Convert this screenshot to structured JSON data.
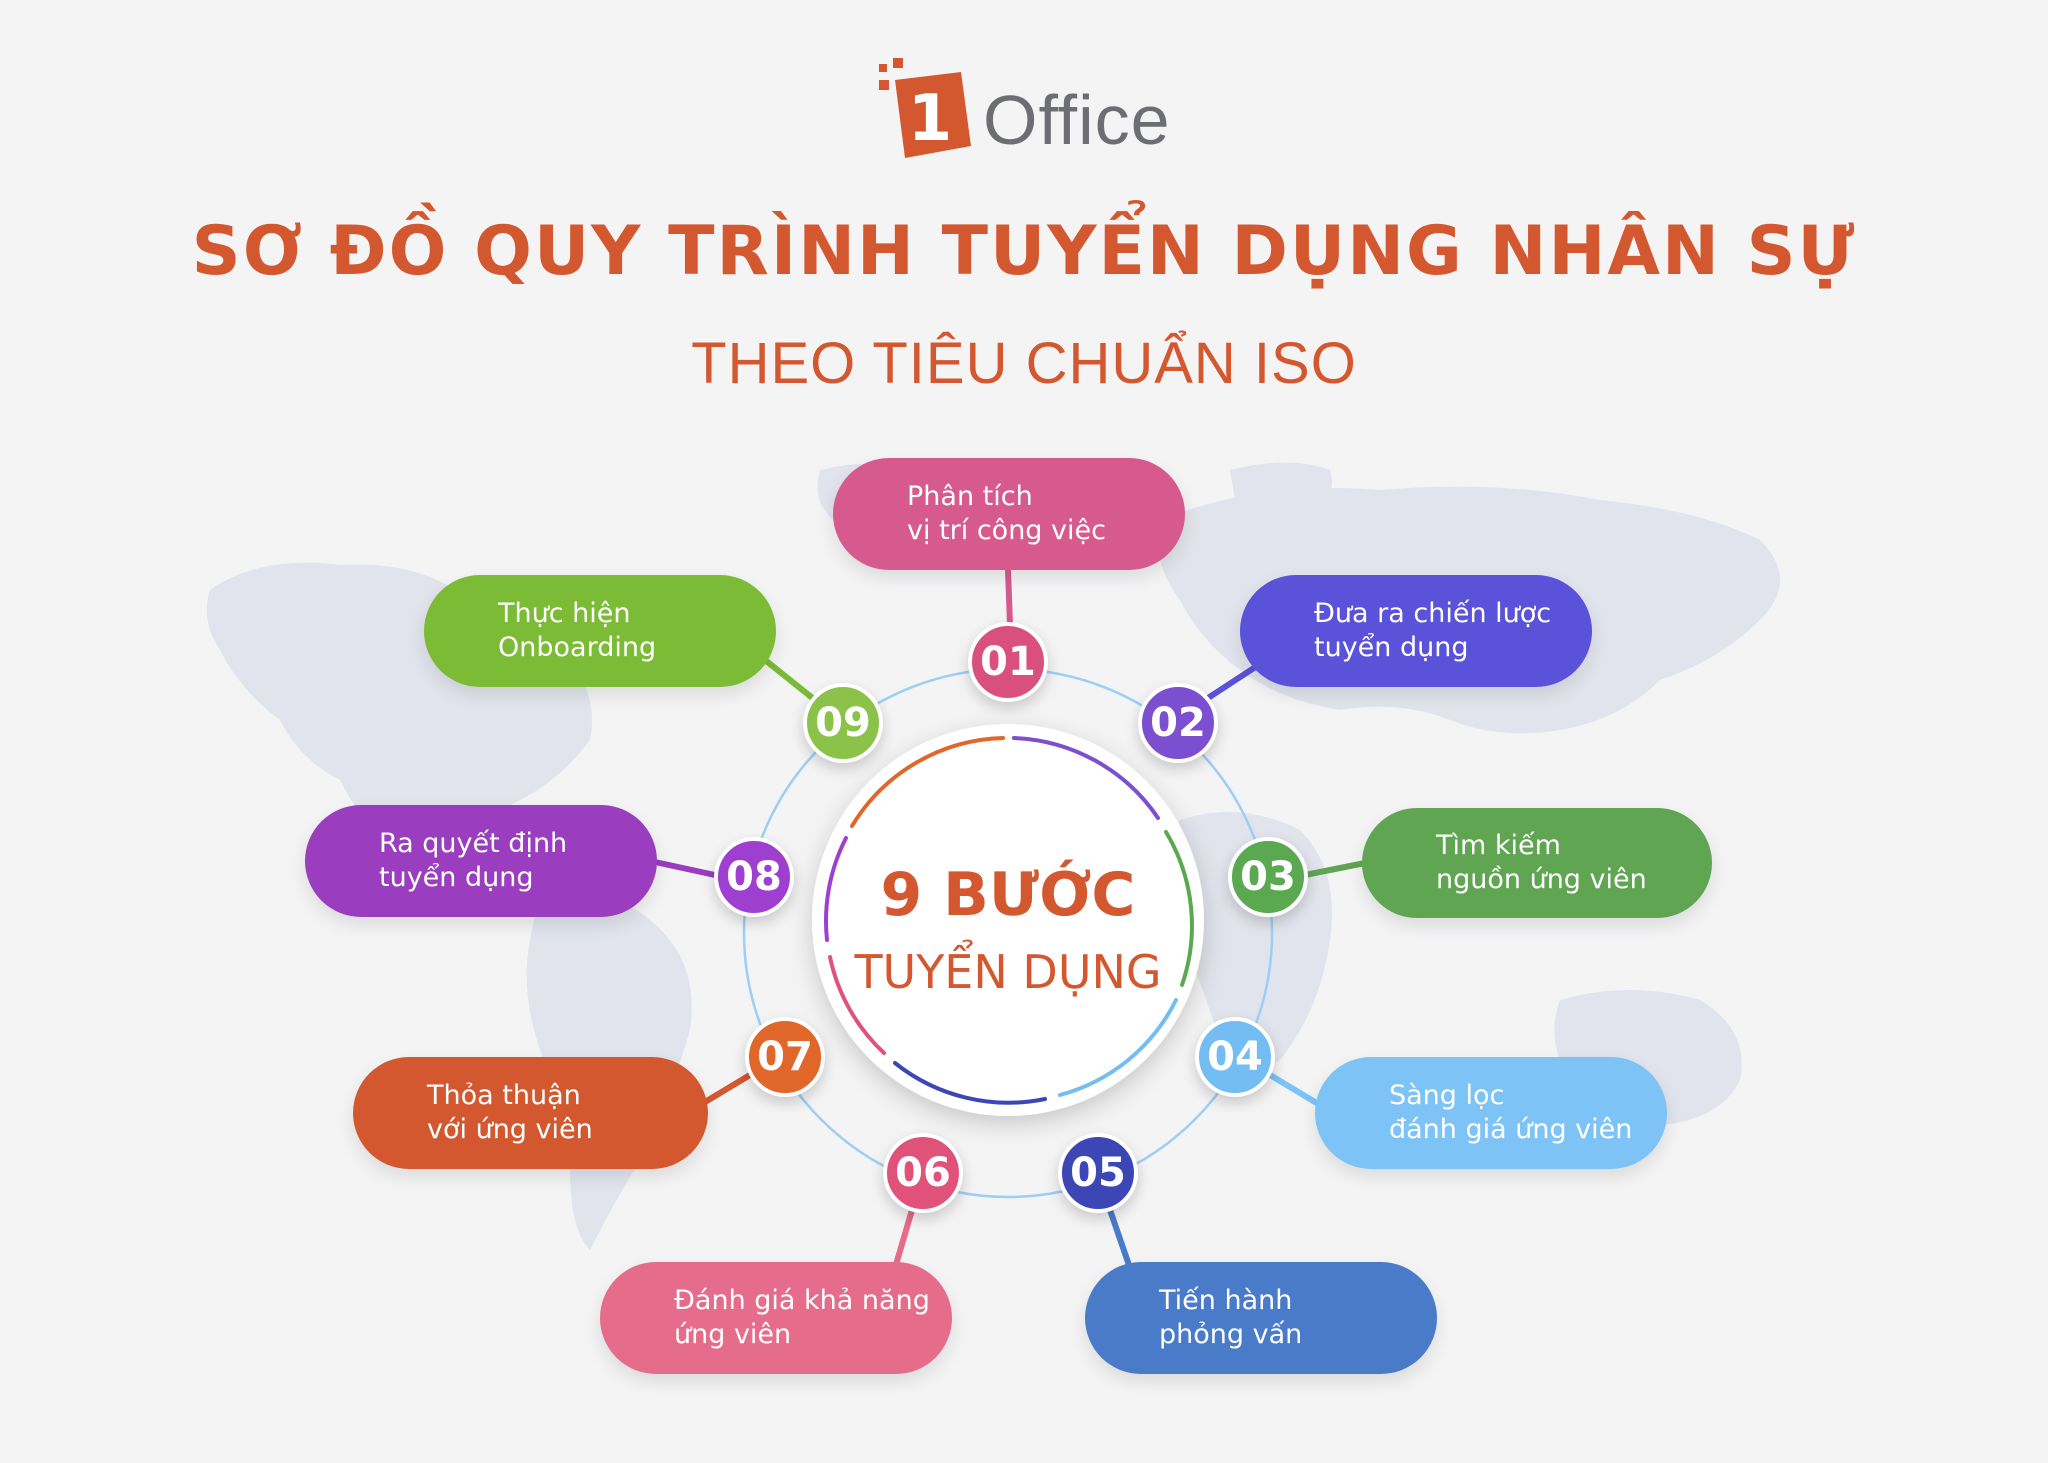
{
  "brand": {
    "logo_text": "Office",
    "logo_mark_text": "1",
    "colors": {
      "mark": "#d4582f",
      "text": "#6d6e71"
    }
  },
  "header": {
    "title": "SƠ ĐỒ QUY TRÌNH TUYỂN DỤNG NHÂN SỰ",
    "subtitle": "THEO TIÊU CHUẨN ISO"
  },
  "center": {
    "title": "9 BƯỚC",
    "subtitle": "TUYỂN DỤNG"
  },
  "steps": [
    {
      "number": "01",
      "line1": "Phân tích",
      "line2": "vị trí công việc",
      "color": "#d75a8f",
      "badge_color": "#d9507f"
    },
    {
      "number": "02",
      "line1": "Đưa ra chiến lược",
      "line2": "tuyển dụng",
      "color": "#5a52d9",
      "badge_color": "#7b4fcf"
    },
    {
      "number": "03",
      "line1": "Tìm kiếm",
      "line2": "nguồn ứng viên",
      "color": "#5fa552",
      "badge_color": "#5aa84f"
    },
    {
      "number": "04",
      "line1": "Sàng lọc",
      "line2": "đánh giá ứng viên",
      "color": "#7ec3f5",
      "badge_color": "#74bdf3"
    },
    {
      "number": "05",
      "line1": "Tiến hành",
      "line2": "phỏng vấn",
      "color": "#4a7bc8",
      "badge_color": "#3c47b5"
    },
    {
      "number": "06",
      "line1": "Đánh giá khả năng",
      "line2": "ứng viên",
      "color": "#e56c8a",
      "badge_color": "#e0527a"
    },
    {
      "number": "07",
      "line1": "Thỏa thuận",
      "line2": "với ứng viên",
      "color": "#d4582f",
      "badge_color": "#e0662a"
    },
    {
      "number": "08",
      "line1": "Ra quyết định",
      "line2": "tuyển dụng",
      "color": "#9a3dbf",
      "badge_color": "#9e3fd0"
    },
    {
      "number": "09",
      "line1": "Thực hiện",
      "line2": "Onboarding",
      "color": "#7cbb35",
      "badge_color": "#8bc34a"
    }
  ]
}
